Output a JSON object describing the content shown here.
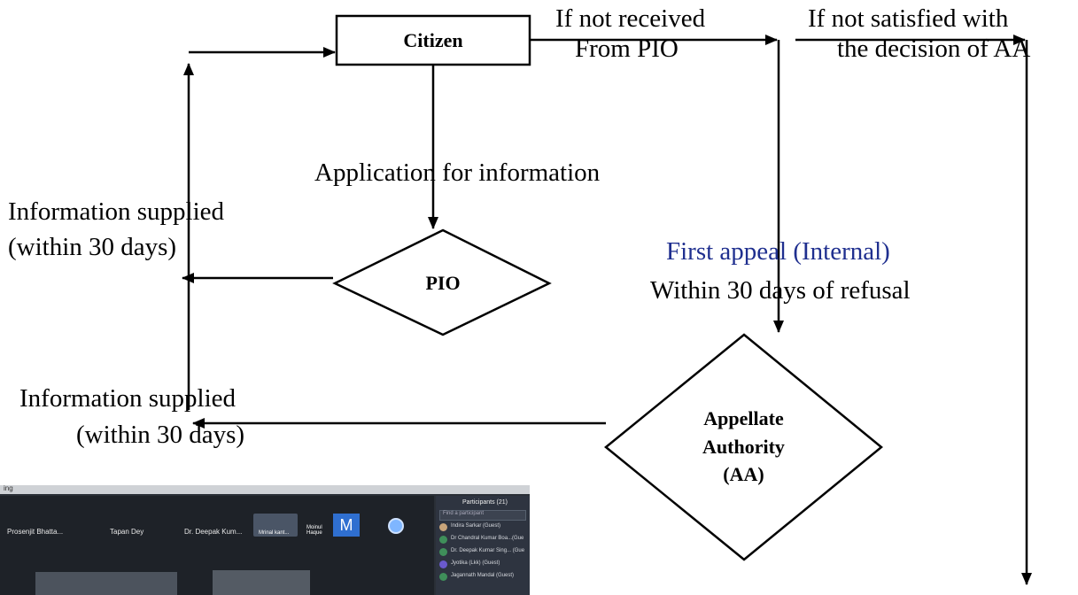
{
  "nodes": {
    "citizen": "Citizen",
    "pio": "PIO",
    "aa_line1": "Appellate",
    "aa_line2": "Authority",
    "aa_line3": "(AA)"
  },
  "labels": {
    "if_not_received_1": "If not received",
    "if_not_received_2": "From PIO",
    "if_not_satisfied_1": "If not satisfied with",
    "if_not_satisfied_2": "the decision of  AA",
    "application": "Application for information",
    "info_supplied_top_1": "Information supplied",
    "info_supplied_top_2": "(within 30 days)",
    "first_appeal": "First appeal (Internal)",
    "within_refusal": "Within 30 days of refusal",
    "info_supplied_bottom_1": "Information supplied",
    "info_supplied_bottom_2": "(within 30 days)"
  },
  "colors": {
    "line": "#000000",
    "appeal_text": "#1f2f8f"
  },
  "photo": {
    "app_name": "ing",
    "participants_title": "Participants (21)",
    "search_placeholder": "Find a participant",
    "tiles": [
      "Prosenjit Bhatta...",
      "Tapan Dey",
      "Dr. Deepak Kum..."
    ],
    "thumb_labels": [
      "Mrinal kant...",
      "Moinul Haque"
    ],
    "avatar_letter": "M",
    "participants": [
      "Indira Sarkar (Guest)",
      "Dr Chandral Kumar Boa...(Gue",
      "Dr. Deepak Kumar Sing... (Gue",
      "Jyotika (Lkk) (Guest)",
      "Jagannath Mandal (Guest)"
    ]
  }
}
